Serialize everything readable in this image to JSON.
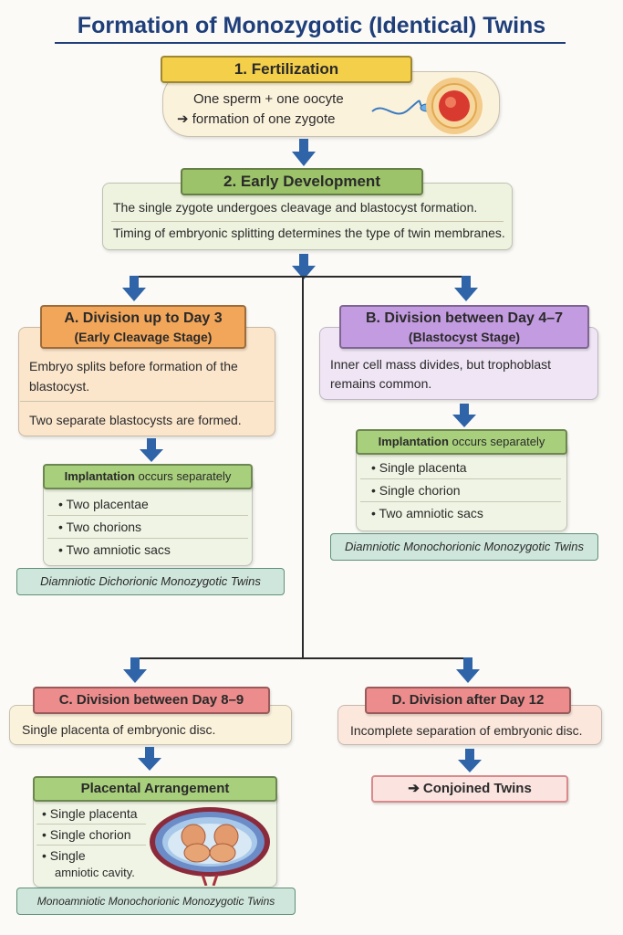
{
  "title": "Formation of Monozygotic (Identical) Twins",
  "step1": {
    "header": "1. Fertilization",
    "line1": "One sperm + one oocyte",
    "line2": "➔ formation of one zygote"
  },
  "step2": {
    "header": "2. Early Development",
    "line1": "The single zygote undergoes cleavage and blastocyst formation.",
    "line2": "Timing of embryonic splitting determines the type of twin membranes."
  },
  "branchA": {
    "header1": "A. Division up to Day 3",
    "header2": "(Early Cleavage Stage)",
    "desc": "Embryo splits before formation of the blastocyst.",
    "desc2": "Two separate blastocysts are formed.",
    "implant_bold": "Implantation",
    "implant_rest": " occurs separately",
    "items": [
      "• Two placentae",
      "• Two chorions",
      "• Two amniotic sacs"
    ],
    "result": "Diamniotic Dichorionic Monozygotic Twins"
  },
  "branchB": {
    "header1": "B. Division between Day 4–7",
    "header2": "(Blastocyst Stage)",
    "desc": "Inner cell mass divides, but trophoblast remains common.",
    "implant_bold": "Implantation",
    "implant_rest": " occurs separately",
    "items": [
      "• Single placenta",
      "• Single chorion",
      "• Two amniotic sacs"
    ],
    "result": "Diamniotic Monochorionic Monozygotic Twins"
  },
  "branchC": {
    "header": "C. Division between Day 8–9",
    "desc": "Single placenta of embryonic disc.",
    "arr_header": "Placental Arrangement",
    "items": [
      "• Single placenta",
      "• Single chorion",
      "• Single",
      "amniotic cavity."
    ],
    "result": "Monoamniotic Monochorionic Monozygotic Twins"
  },
  "branchD": {
    "header": "D. Division after Day 12",
    "desc": "Incomplete separation of embryonic disc.",
    "result": "➔ Conjoined Twins"
  },
  "colors": {
    "arrow": "#2f64a8",
    "title": "#1f3f7a"
  },
  "icons": [
    "sperm-oocyte-icon",
    "arrow-down-icon",
    "twins-placenta-illustration"
  ]
}
